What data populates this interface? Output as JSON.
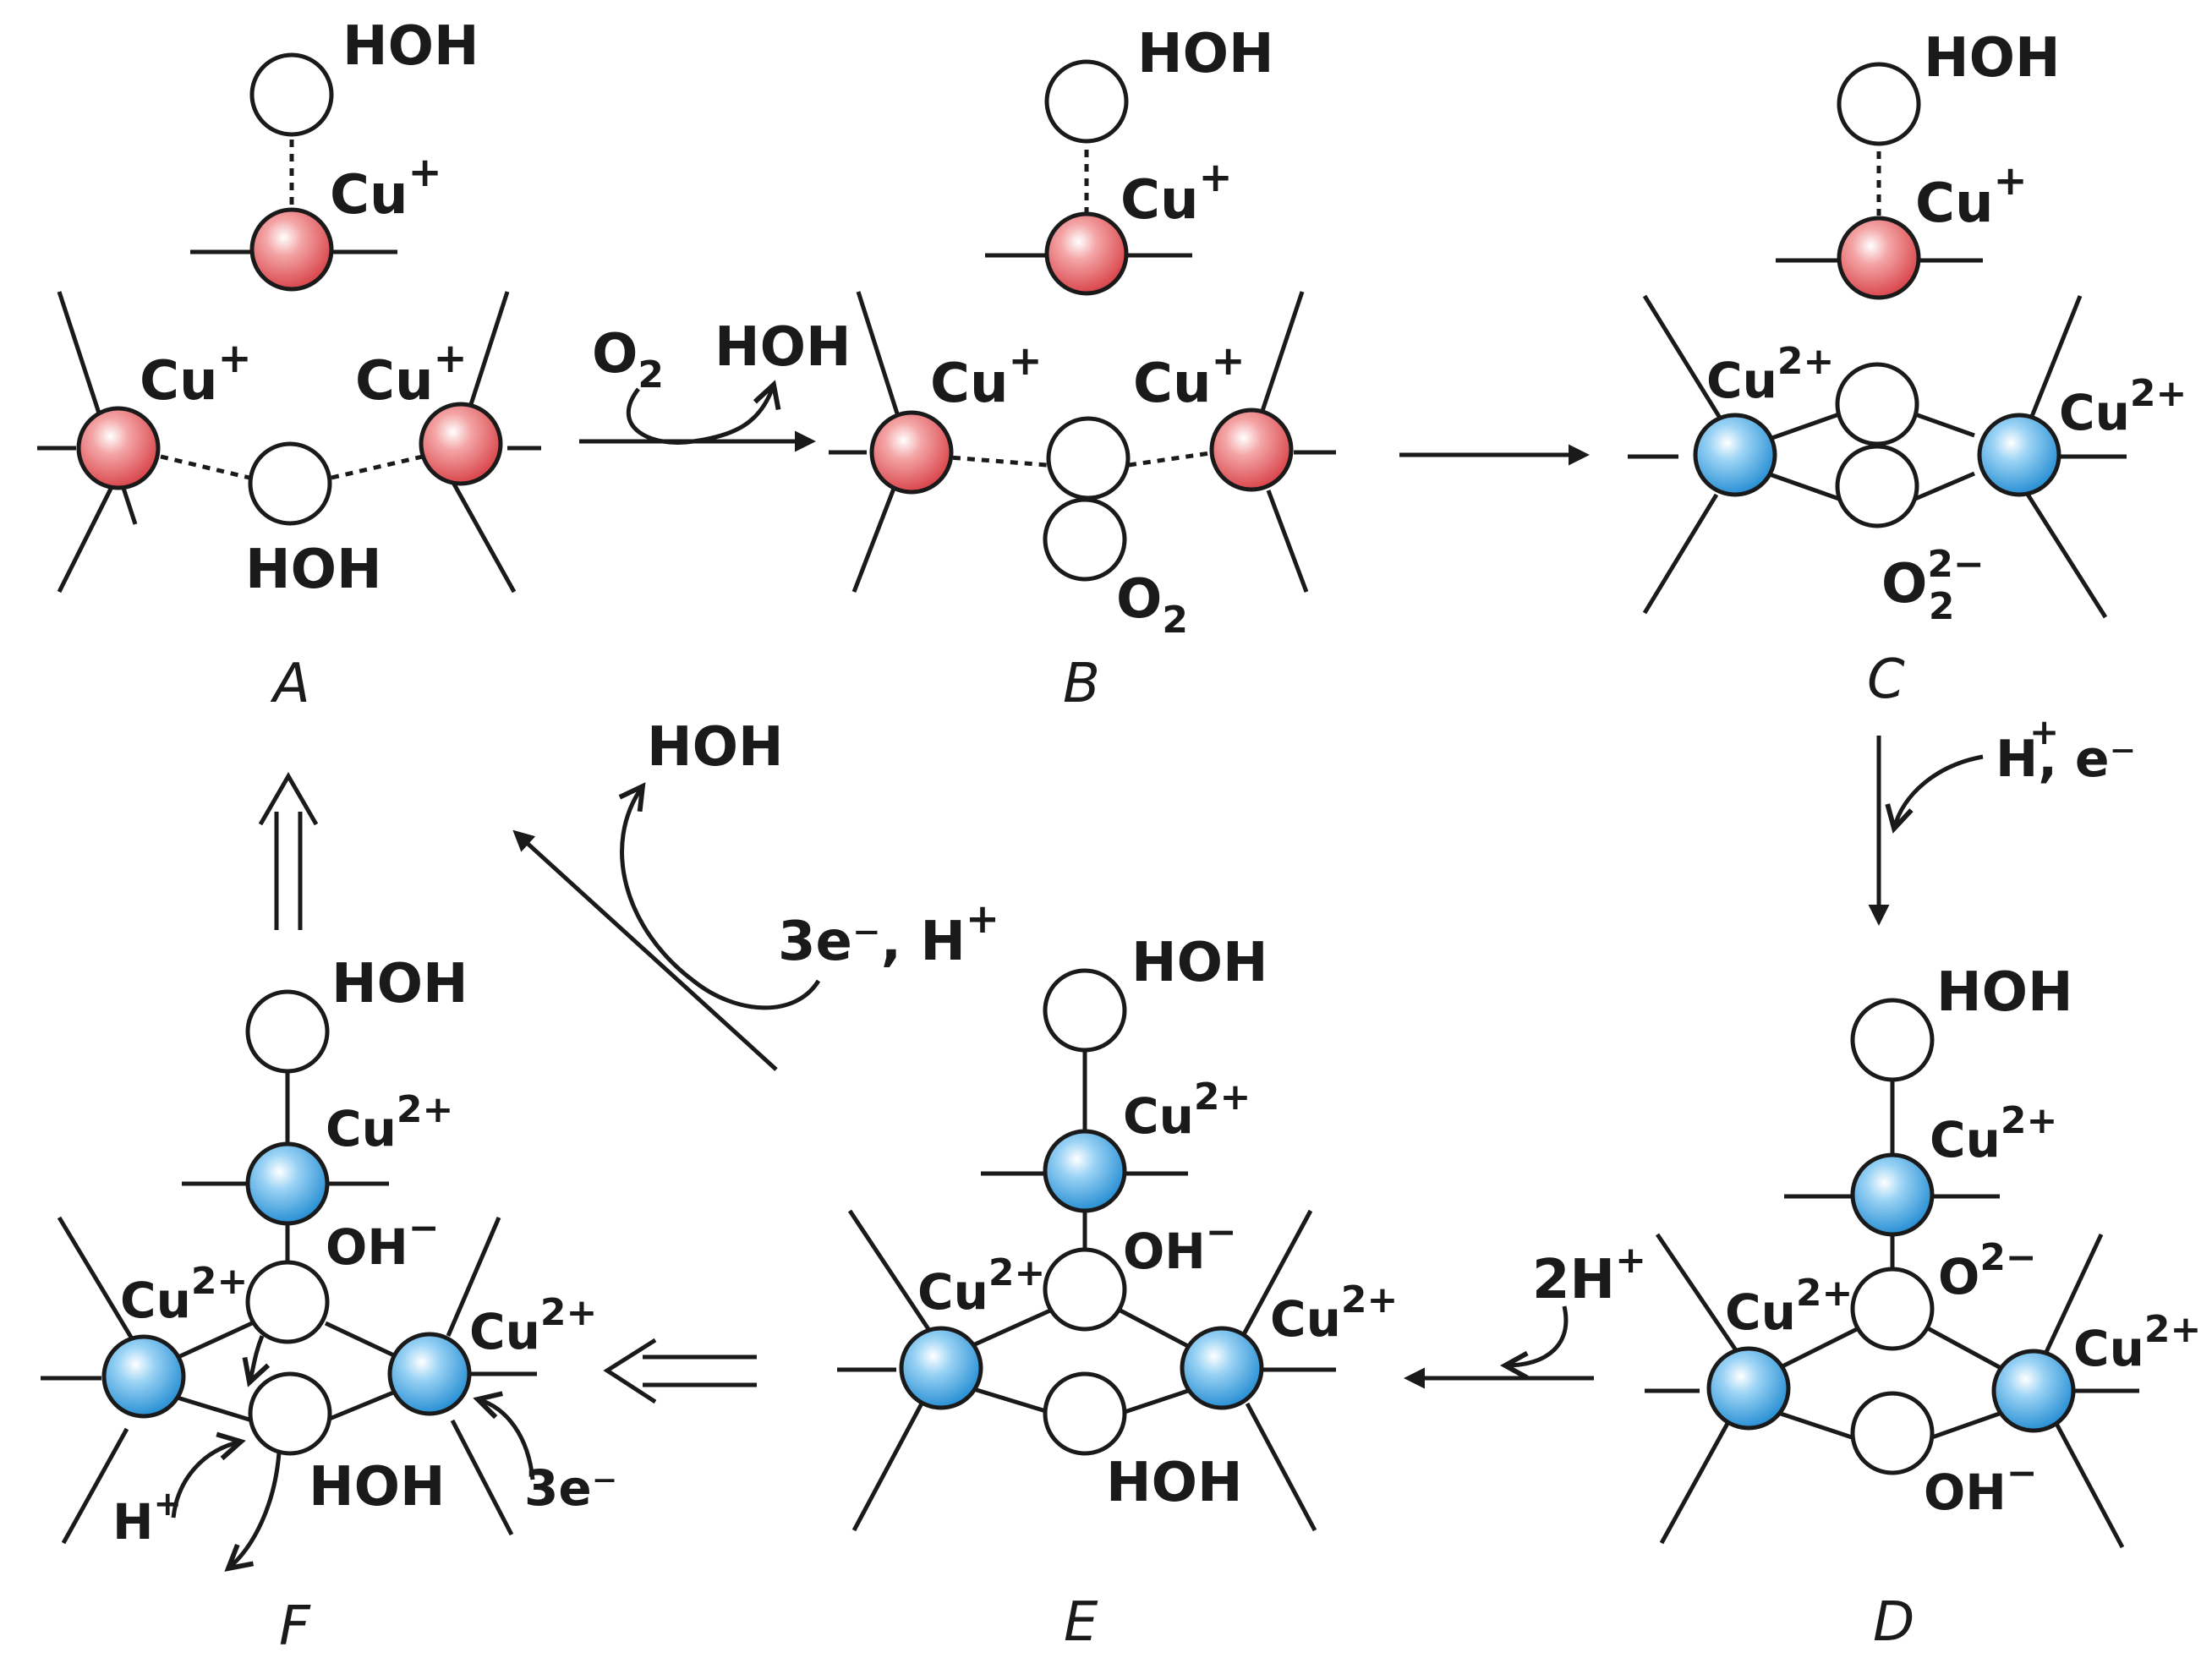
{
  "colors": {
    "cu_plus": "#e8676b",
    "cu_2plus": "#49a9e2",
    "ink": "#1a1a1a"
  },
  "states": {
    "A": "A",
    "B": "B",
    "C": "C",
    "D": "D",
    "E": "E",
    "F": "F"
  },
  "species": {
    "hoh": "HOH",
    "cu": "Cu",
    "plus": "+",
    "two_plus": "2+",
    "minus": "−",
    "o": "O",
    "two": "2",
    "two_minus": "2−",
    "oh": "OH",
    "h": "H"
  },
  "reagents": {
    "o2_in": "O",
    "hoh_out_ab": "HOH",
    "h_e": "H, e⁻",
    "two_h": "2H",
    "three_e_h": "3e⁻, H",
    "hoh_out_fa": "HOH",
    "three_e": "3e⁻",
    "h_plus": "H"
  }
}
